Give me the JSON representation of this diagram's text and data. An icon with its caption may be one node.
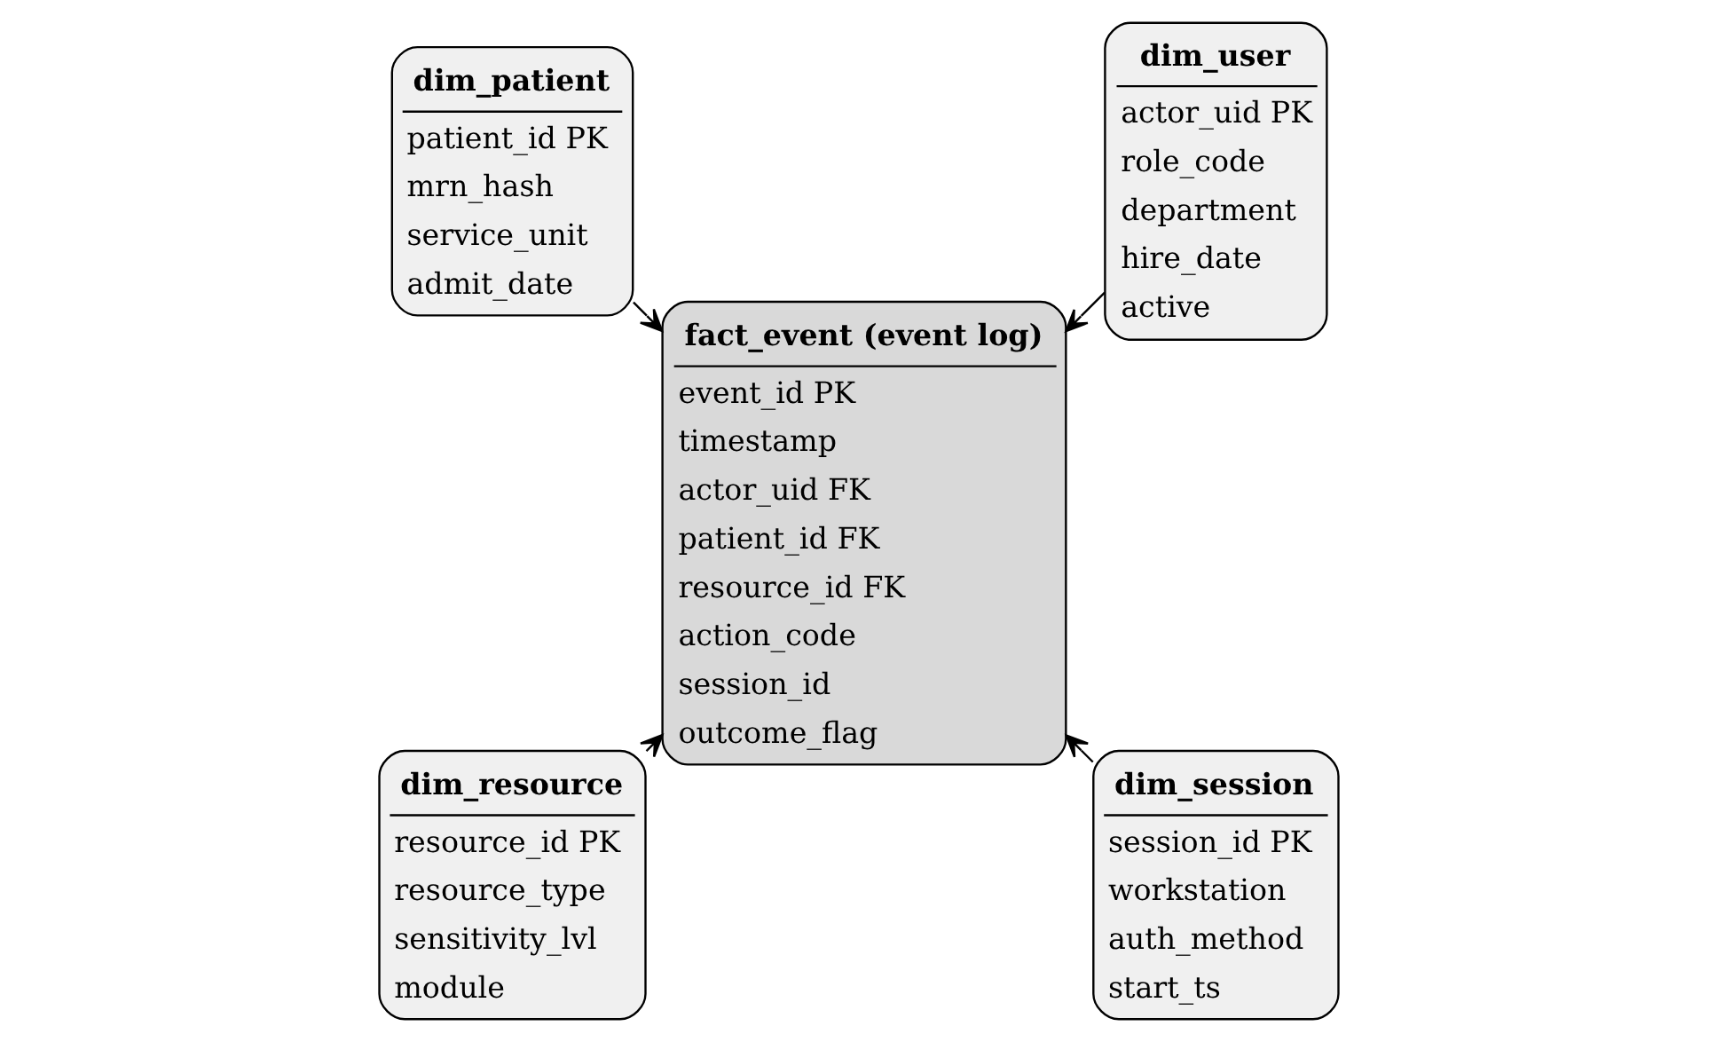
{
  "diagram": {
    "nodes": [
      {
        "text": [
          "dim_user",
          "actor_uid PK",
          "role_code",
          "department",
          "hire_date",
          "active"
        ]
      },
      {
        "text": [
          "dim_patient",
          "patient_id PK",
          "mrn_hash",
          "service_unit",
          "admit_date"
        ]
      },
      {
        "text": [
          "fact_event (event log)",
          "event_id PK",
          "timestamp",
          "actor_uid FK",
          "patient_id FK",
          "resource_id FK",
          "action_code",
          "session_id",
          "outcome_flag"
        ]
      },
      {
        "text": [
          "dim_resource",
          "resource_id PK",
          "resource_type",
          "sensitivity_lvl",
          "module"
        ]
      },
      {
        "text": [
          "dim_session",
          "session_id PK",
          "workstation",
          "auth_method",
          "start_ts"
        ]
      }
    ],
    "edges": [
      {
        "from": 0,
        "to": 2,
        "arrow": "to"
      },
      {
        "from": 1,
        "to": 2,
        "arrow": "to"
      },
      {
        "from": 3,
        "to": 2,
        "arrow": "to"
      },
      {
        "from": 4,
        "to": 2,
        "arrow": "to"
      }
    ]
  }
}
